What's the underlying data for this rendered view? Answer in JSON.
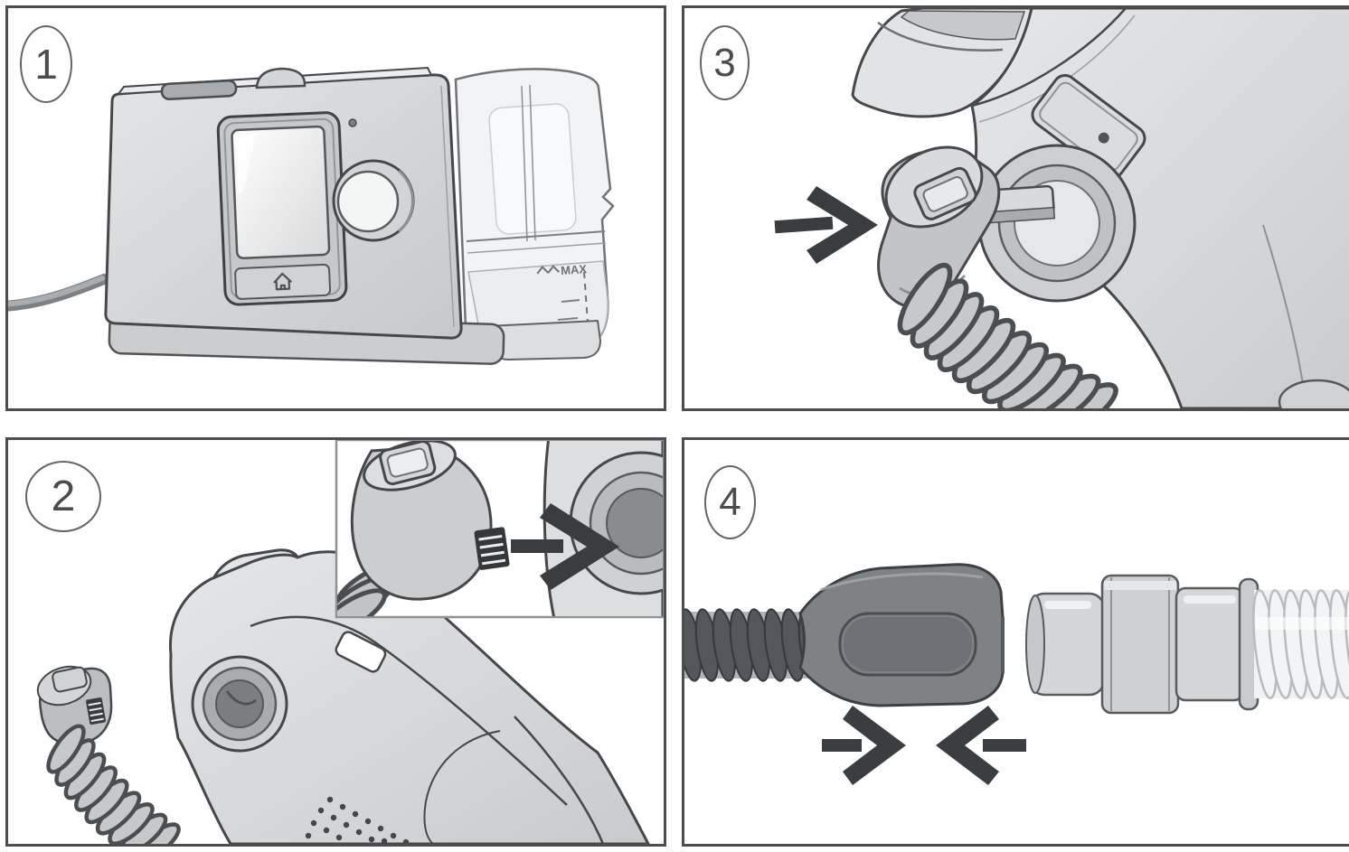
{
  "figure": {
    "type": "numbered-step-instruction-diagram",
    "step_count": 4,
    "background": "#ffffff"
  },
  "panels": [
    {
      "number": "1",
      "position": "top-left",
      "content": "device-front-with-water-tub",
      "max_label": "MAX"
    },
    {
      "number": "3",
      "position": "top-right",
      "content": "tube-elbow-connected-to-air-outlet-closeup"
    },
    {
      "number": "2",
      "position": "bottom-left",
      "content": "tube-elbow-aligned-to-rear-air-outlet-with-inset-closeup"
    },
    {
      "number": "4",
      "position": "bottom-right",
      "content": "dark-tube-cuff-and-mask-tube-pushed-together"
    }
  ],
  "icons": {
    "panel3_arrow": "push-right-arrow",
    "panel2_inset_arrow": "push-right-arrow",
    "panel4_arrows": "push-together-arrows",
    "home_button": "home-house-icon"
  },
  "colors": {
    "panel_border": "#4b4d4f",
    "outline": "#45474a",
    "body_fill": "#d6d8da",
    "body_highlight": "#ecedee",
    "mid_gray": "#b7b9bb",
    "cuff_gray": "#7e8285",
    "tube_dark": "#54575b",
    "arrow": "#3a3d3f",
    "inset_border": "#8f9193"
  }
}
